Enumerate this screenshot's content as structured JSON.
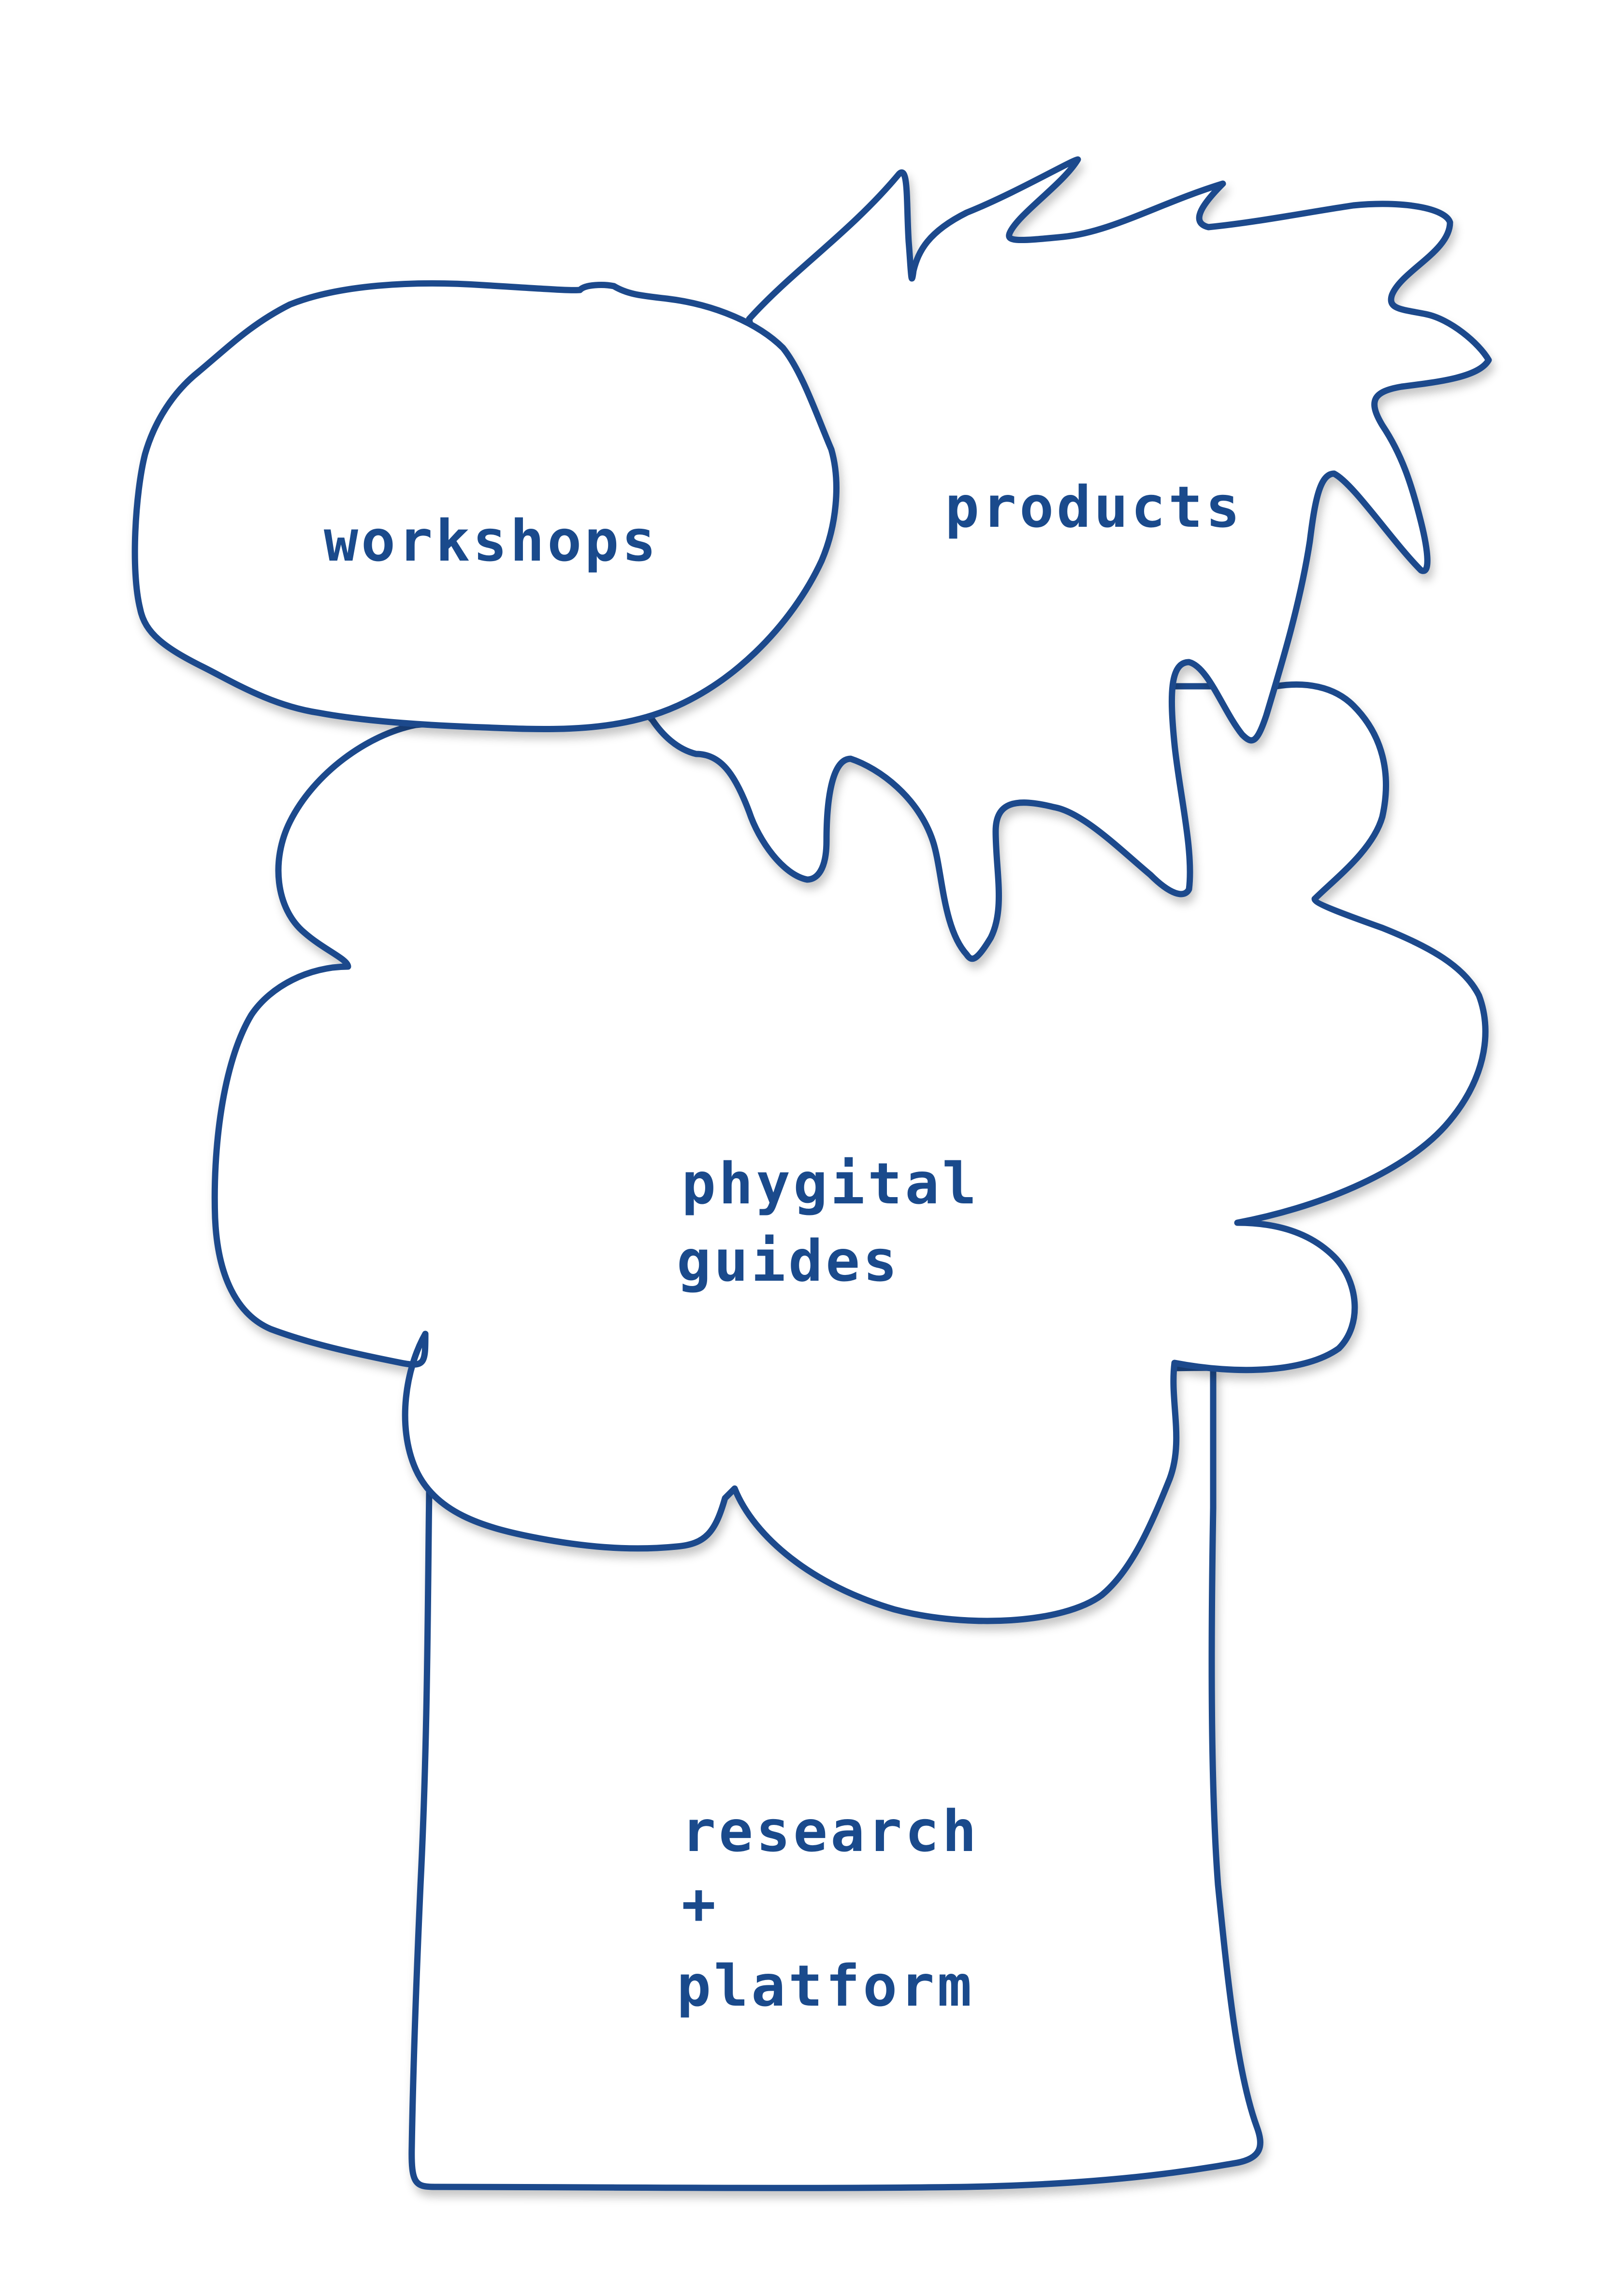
{
  "colors": {
    "stroke": "#1a4a8c",
    "text": "#1a4a8c",
    "fill": "#ffffff",
    "background": "#ffffff"
  },
  "nodes": {
    "workshops": {
      "label": "workshops"
    },
    "products": {
      "label": "products"
    },
    "phygital_guides": {
      "lines": [
        "phygital",
        "guides"
      ]
    },
    "research_platform": {
      "lines": [
        "research",
        "+",
        "platform"
      ]
    }
  }
}
